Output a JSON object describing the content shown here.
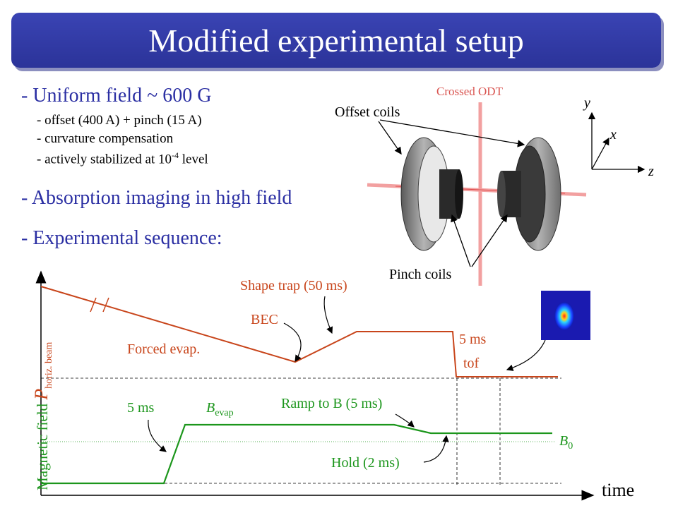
{
  "title": "Modified experimental setup",
  "bullets": {
    "b1": "- Uniform field ~ 600 G",
    "b1_sub": [
      "- offset (400 A) + pinch (15 A)",
      "- curvature compensation",
      "- actively stabilized at 10"
    ],
    "b1_sub_exp": "-4",
    "b1_sub_tail": " level",
    "b2": "- Absorption imaging in high field",
    "b3": "- Experimental sequence:"
  },
  "coil_diagram": {
    "crossed_odt": "Crossed ODT",
    "offset_coils": "Offset coils",
    "pinch_coils": "Pinch coils",
    "axes": {
      "y": "y",
      "x": "x",
      "z": "z"
    }
  },
  "sequence": {
    "y_label_field": "Magnetic field",
    "y_label_power": "P",
    "y_label_power_sub": "horiz. beam",
    "x_label": "time",
    "labels": {
      "forced_evap": "Forced evap.",
      "bec": "BEC",
      "shape_trap": "Shape trap (50 ms)",
      "tof_ms": "5 ms",
      "tof": "tof",
      "five_ms": "5 ms",
      "b_evap": "B",
      "b_evap_sub": "evap",
      "ramp": "Ramp to B (5 ms)",
      "hold": "Hold (2 ms)",
      "b0": "B",
      "b0_sub": "0"
    }
  },
  "colors": {
    "title_bg": "#2b3399",
    "power_trace": "#c8451b",
    "field_trace": "#1c961c",
    "bullet_text": "#2b2fa3",
    "odt": "#f2a0a0"
  }
}
